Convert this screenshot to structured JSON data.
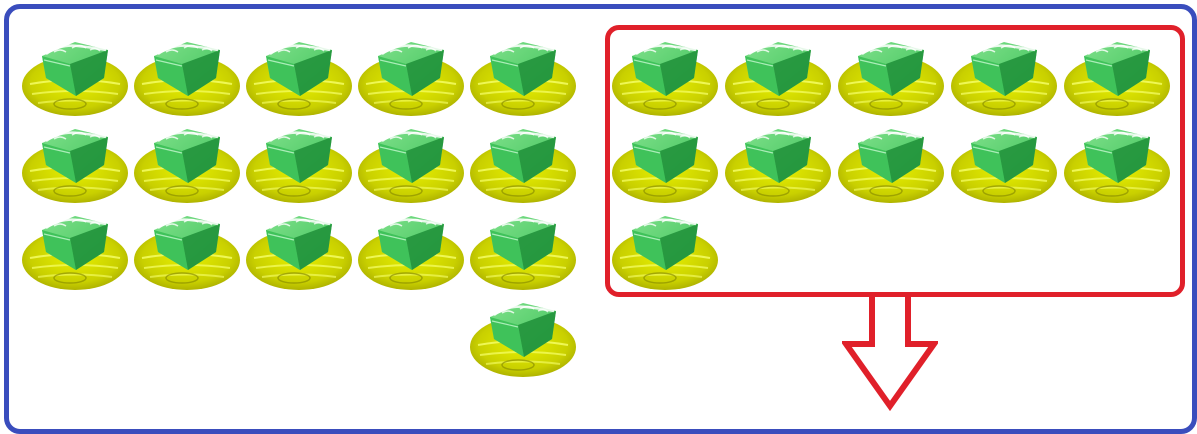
{
  "scene": {
    "colors": {
      "outer_frame": "#3a4dbd",
      "selection_frame": "#e0202a",
      "base_light": "#e8f000",
      "base_dark": "#a5a800",
      "prism_light": "#7ee08a",
      "prism_mid": "#3fc25a",
      "prism_dark": "#1f8f38"
    },
    "left_group": {
      "rows": [
        5,
        5,
        5,
        1
      ],
      "count": 16
    },
    "selected_group": {
      "rows": [
        5,
        5,
        1
      ],
      "count": 11
    },
    "arrow": {
      "direction": "down",
      "icon": "down-arrow-icon"
    }
  }
}
